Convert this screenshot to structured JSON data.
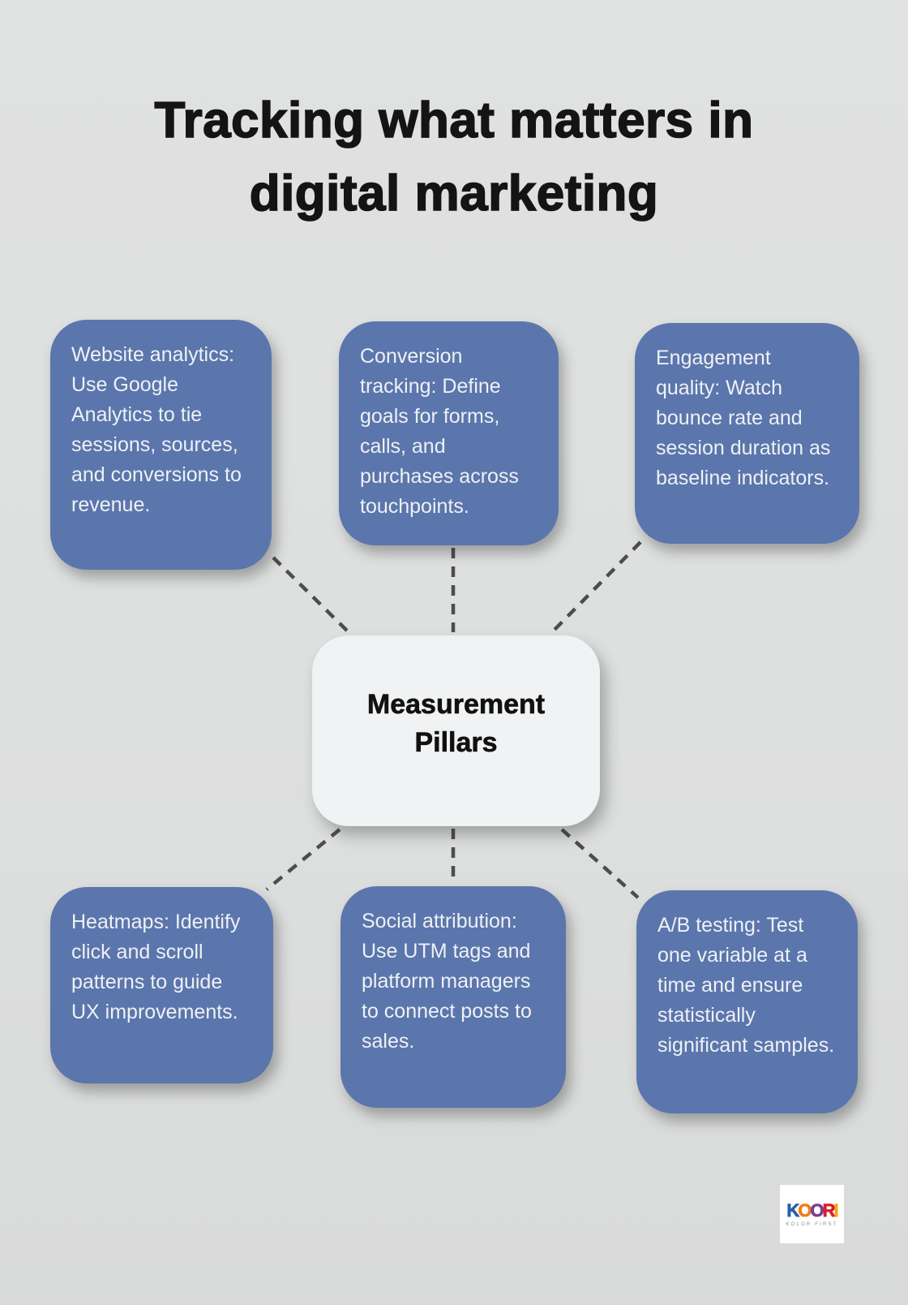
{
  "title": {
    "line1": "Tracking what matters in",
    "line2": "digital marketing"
  },
  "center": {
    "label": "Measurement Pillars"
  },
  "nodes": [
    {
      "id": "website-analytics",
      "text": "Website analytics: Use Google Analytics to tie sessions, sources, and conversions to revenue."
    },
    {
      "id": "conversion-tracking",
      "text": "Conversion tracking: Define goals for forms, calls, and purchases across touchpoints."
    },
    {
      "id": "engagement-quality",
      "text": "Engagement quality: Watch bounce rate and session duration as baseline indicators."
    },
    {
      "id": "heatmaps",
      "text": "Heatmaps: Identify click and scroll patterns to guide UX improvements."
    },
    {
      "id": "social-attribution",
      "text": "Social attribution: Use UTM tags and platform managers to connect posts to sales."
    },
    {
      "id": "ab-testing",
      "text": "A/B testing: Test one variable at a time and ensure statistically significant samples."
    }
  ],
  "logo": {
    "tagline": "KOLOR FIRST",
    "letters": [
      {
        "ch": "K",
        "color": "#2a5fa9"
      },
      {
        "ch": "O",
        "color": "#ef7d1a"
      },
      {
        "ch": "O",
        "color": "#7b3f97"
      },
      {
        "ch": "R",
        "color": "#d6212e"
      },
      {
        "ch": "I",
        "color": "#f6a818"
      }
    ]
  },
  "colors": {
    "background": "#dedfdf",
    "node_fill": "#5b76ac",
    "node_text": "#eef1f5",
    "center_fill": "#f1f2f3",
    "center_text": "#111111",
    "connector": "#4d4d4d",
    "title_text": "#141414"
  }
}
